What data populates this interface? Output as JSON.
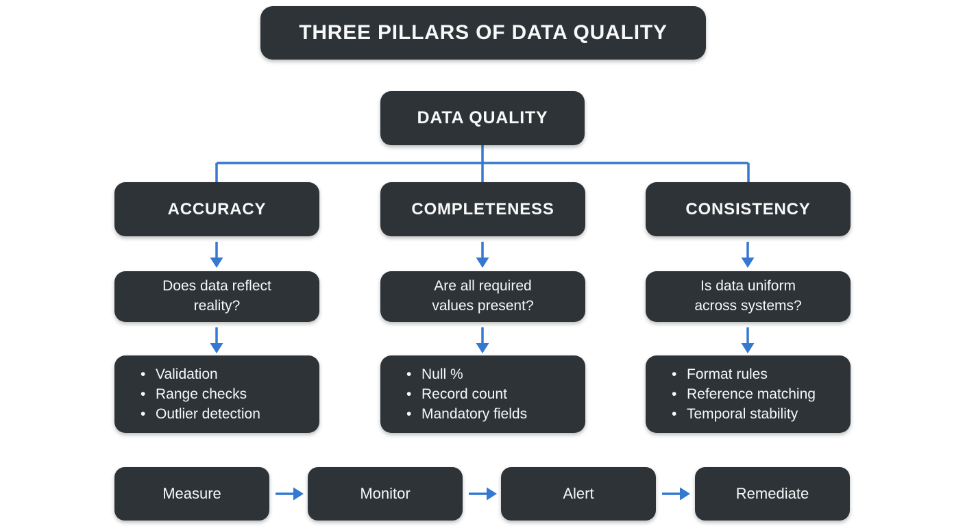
{
  "diagram": {
    "title": "THREE PILLARS OF DATA QUALITY",
    "root_label": "DATA QUALITY",
    "pillars": [
      {
        "name": "ACCURACY",
        "question": "Does data reflect reality?",
        "checks": [
          "Validation",
          "Range checks",
          "Outlier detection"
        ]
      },
      {
        "name": "COMPLETENESS",
        "question": "Are all required values present?",
        "checks": [
          "Null %",
          "Record count",
          "Mandatory fields"
        ]
      },
      {
        "name": "CONSISTENCY",
        "question": "Is data uniform across systems?",
        "checks": [
          "Format rules",
          "Reference matching",
          "Temporal stability"
        ]
      }
    ],
    "process_steps": [
      "Measure",
      "Monitor",
      "Alert",
      "Remediate"
    ],
    "colors": {
      "node_fill": "#2e3338",
      "node_text": "#f7f8f8",
      "connector_blue": "#3478d1",
      "background": "#ffffff"
    }
  }
}
